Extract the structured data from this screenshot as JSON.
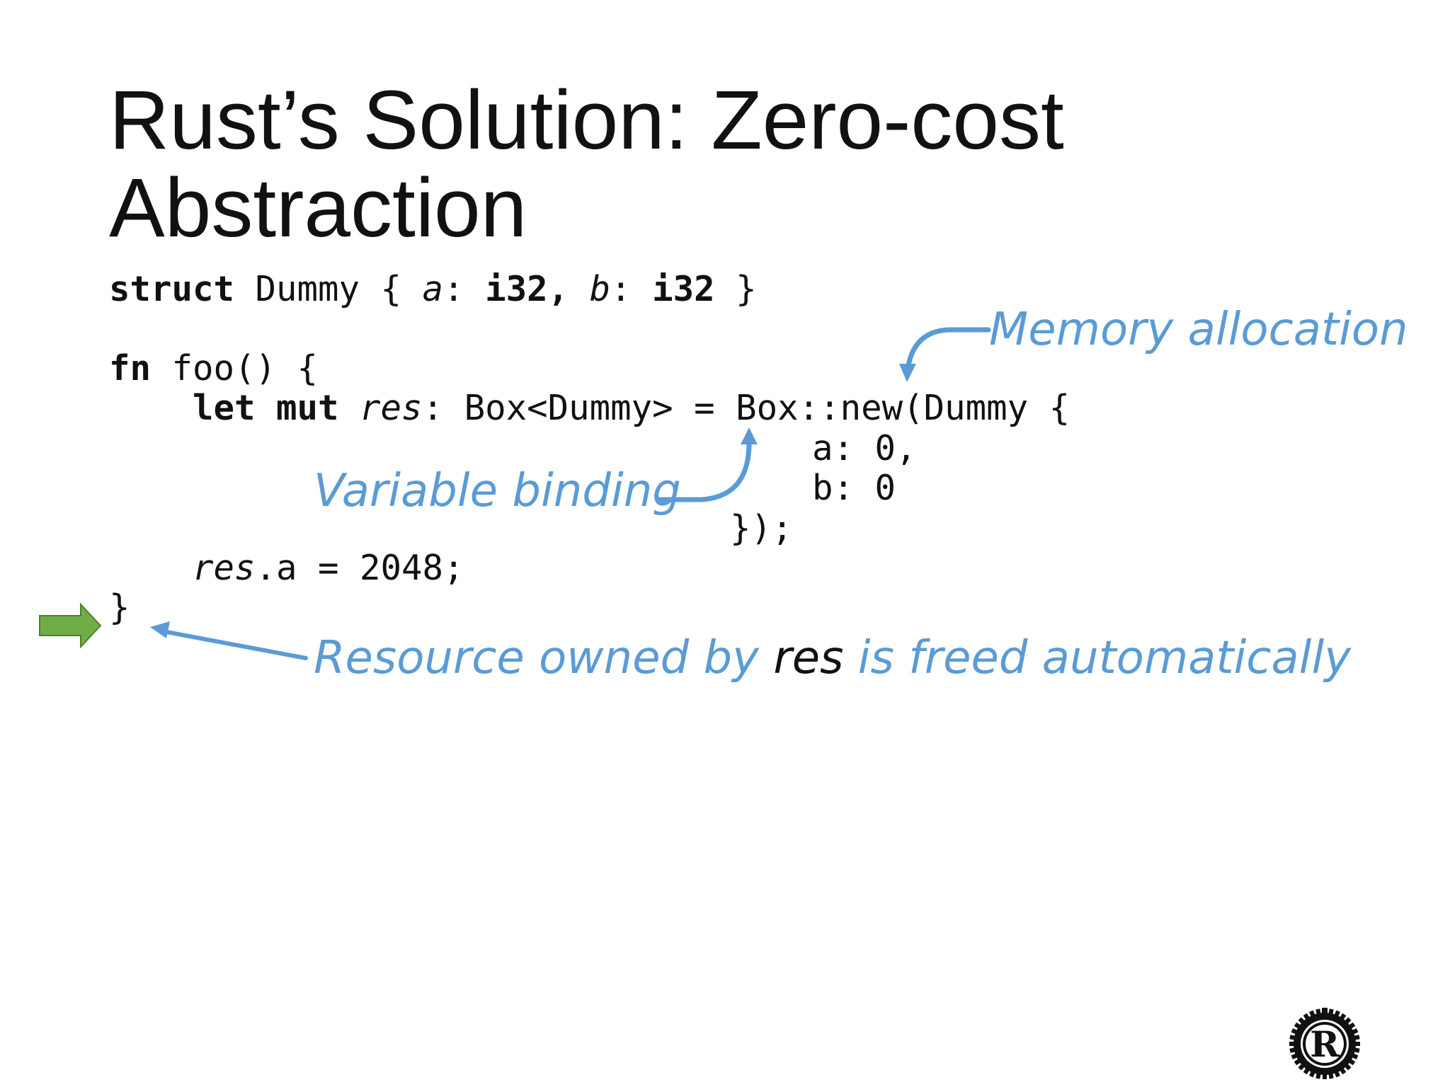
{
  "slide": {
    "title_line1": "Rust’s Solution: Zero-cost",
    "title_line2": "Abstraction"
  },
  "code": {
    "struct_kw": "struct",
    "struct_name": " Dummy { ",
    "field_a": "a",
    "colon1": ": ",
    "type_a": "i32, ",
    "field_b": "b",
    "colon2": ": ",
    "type_b": "i32",
    "struct_close": " }",
    "fn_kw": "fn",
    "fn_sig": " foo() {",
    "indent": "    ",
    "let_kw": "let mut",
    "space": " ",
    "res_var": "res",
    "box_decl": ": Box<Dummy> = Box::new(Dummy {",
    "field_init_a": "a: 0,",
    "field_init_b": "b: 0",
    "close_new": "});",
    "assign_var": "res",
    "assign_rest": ".a = 2048;",
    "close_fn": "}"
  },
  "annotations": {
    "memory_allocation": "Memory allocation",
    "variable_binding": "Variable binding",
    "resource_prefix": "Resource owned by ",
    "resource_var": "res",
    "resource_suffix": " is freed automatically"
  },
  "colors": {
    "annotation_blue": "#5b9bd5",
    "pointer_green": "#70ad47",
    "text": "#111111"
  },
  "icons": {
    "pointer": "right-arrow-icon",
    "logo": "rust-logo-icon"
  }
}
